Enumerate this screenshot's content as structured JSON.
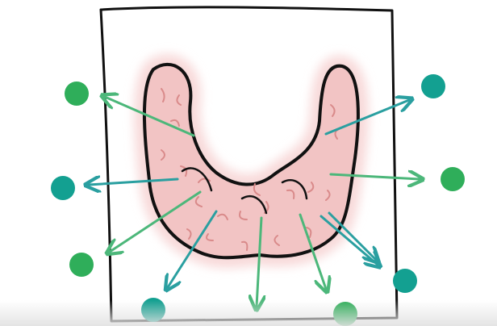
{
  "colors": {
    "background": "#ffffff",
    "paper": "#ffffff",
    "outline": "#111111",
    "gland_fill": "#f2c4c4",
    "gland_glow": "#f8dada",
    "texture": "#d98a8a",
    "green_arrow": "#4cb77a",
    "teal_arrow": "#2a9fa0",
    "green_dot": "#2fae5a",
    "teal_dot": "#13a091"
  },
  "gland": {
    "shape": "thyroid-gland"
  },
  "signals": [
    {
      "kind": "green",
      "angle_deg": 205
    },
    {
      "kind": "teal",
      "angle_deg": -30
    },
    {
      "kind": "teal",
      "angle_deg": 180
    },
    {
      "kind": "green",
      "angle_deg": 0
    },
    {
      "kind": "green",
      "angle_deg": 150
    },
    {
      "kind": "teal",
      "angle_deg": 45
    },
    {
      "kind": "teal",
      "angle_deg": 120
    },
    {
      "kind": "green",
      "angle_deg": 90
    },
    {
      "kind": "green",
      "angle_deg": 75
    },
    {
      "kind": "teal",
      "angle_deg": 40
    }
  ]
}
